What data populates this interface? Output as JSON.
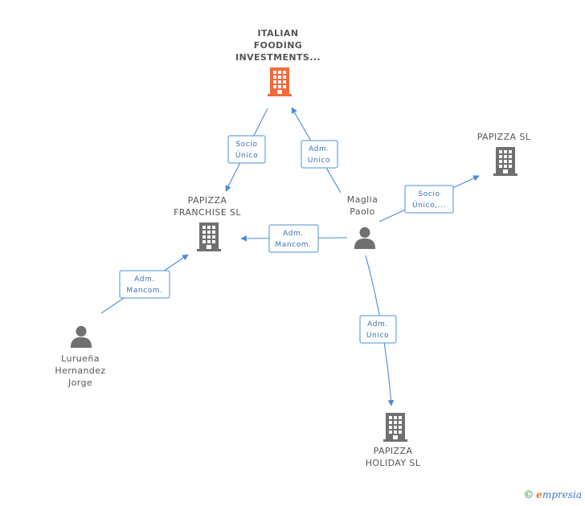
{
  "colors": {
    "company_main": "#f26a3a",
    "company": "#707070",
    "person": "#707070",
    "edge": "#4a8ad8",
    "edge_label": "#3a6fb0"
  },
  "nodes": [
    {
      "id": "italian",
      "type": "company",
      "icon": "building-icon",
      "main": true,
      "label": [
        "ITALIAN",
        "FOODING",
        "INVESTMENTS..."
      ]
    },
    {
      "id": "franchise",
      "type": "company",
      "icon": "building-icon",
      "label": [
        "PAPIZZA",
        "FRANCHISE  SL"
      ]
    },
    {
      "id": "papizza",
      "type": "company",
      "icon": "building-icon",
      "label": [
        "PAPIZZA SL"
      ]
    },
    {
      "id": "holiday",
      "type": "company",
      "icon": "building-icon",
      "label": [
        "PAPIZZA",
        "HOLIDAY SL"
      ]
    },
    {
      "id": "maglia",
      "type": "person",
      "icon": "person-icon",
      "label": [
        "Maglia",
        "Paolo"
      ]
    },
    {
      "id": "luruena",
      "type": "person",
      "icon": "person-icon",
      "label": [
        "Lurueña",
        "Hernandez",
        "Jorge"
      ]
    }
  ],
  "edges": [
    {
      "from": "italian",
      "to": "franchise",
      "label": [
        "Socio",
        "Único"
      ]
    },
    {
      "from": "maglia",
      "to": "italian",
      "label": [
        "Adm.",
        "Unico"
      ]
    },
    {
      "from": "maglia",
      "to": "papizza",
      "label": [
        "Socio",
        "Único,..."
      ]
    },
    {
      "from": "maglia",
      "to": "franchise",
      "label": [
        "Adm.",
        "Mancom."
      ]
    },
    {
      "from": "luruena",
      "to": "franchise",
      "label": [
        "Adm.",
        "Mancom."
      ]
    },
    {
      "from": "maglia",
      "to": "holiday",
      "label": [
        "Adm.",
        "Unico"
      ]
    }
  ],
  "credit": {
    "copyright": "©",
    "brand_initial": "e",
    "brand_rest": "mpresia"
  }
}
